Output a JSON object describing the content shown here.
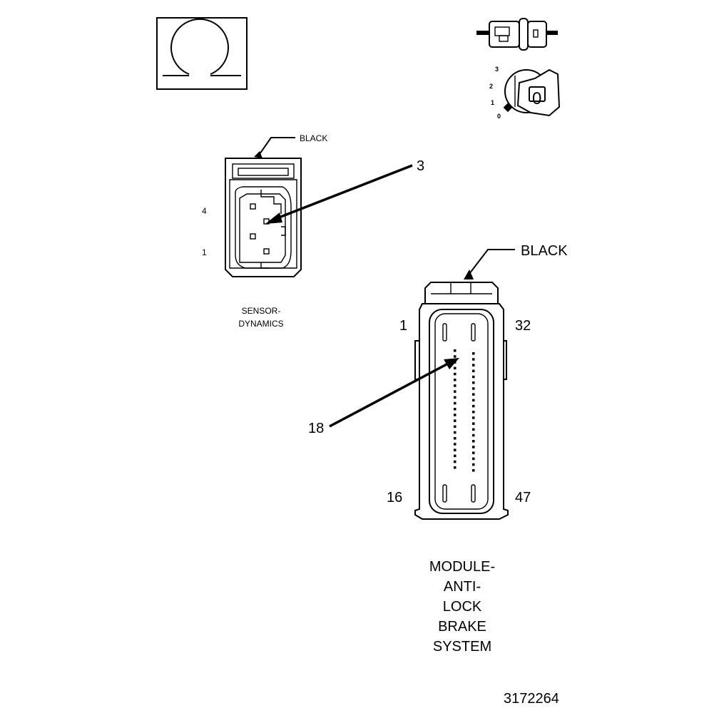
{
  "sensor": {
    "color_label": "BLACK",
    "callout": "3",
    "pin_top": "4",
    "pin_bottom": "1",
    "name_line1": "SENSOR-",
    "name_line2": "DYNAMICS"
  },
  "module": {
    "color_label": "BLACK",
    "callout": "18",
    "pin_top_left": "1",
    "pin_top_right": "32",
    "pin_bottom_left": "16",
    "pin_bottom_right": "47",
    "name_lines": [
      "MODULE-",
      "ANTI-",
      "LOCK",
      "BRAKE",
      "SYSTEM"
    ]
  },
  "key_positions": [
    "3",
    "2",
    "1",
    "0"
  ],
  "key_label": "0",
  "figure_number": "3172264",
  "icons": [
    "omega-icon",
    "connector-side-icon",
    "ignition-key-icon"
  ]
}
